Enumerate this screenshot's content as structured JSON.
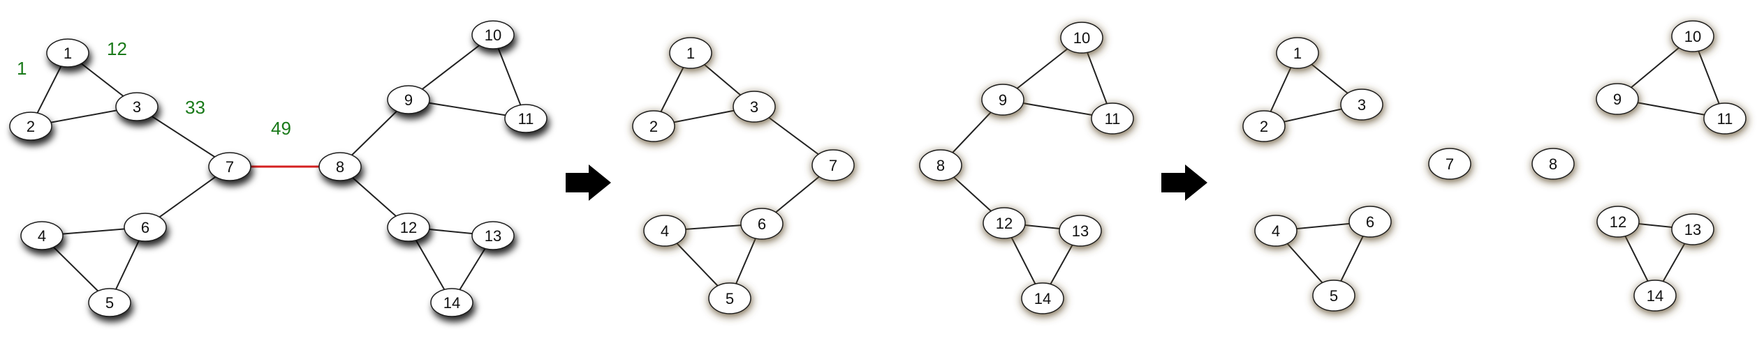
{
  "colors": {
    "edge": "#222222",
    "bridge_edge": "#d42020",
    "node_fill": "#ffffff",
    "node_stroke": "#1a1a1a",
    "node_shadow_panel1": "#2a2a2a",
    "node_shadow_panel2": "#6b5a3a",
    "weight_text": "#1a7a1a",
    "arrow": "#000000"
  },
  "panels": [
    {
      "id": "original",
      "nodes": [
        "1",
        "2",
        "3",
        "4",
        "5",
        "6",
        "7",
        "8",
        "9",
        "10",
        "11",
        "12",
        "13",
        "14"
      ],
      "edges": [
        [
          "1",
          "2"
        ],
        [
          "1",
          "3"
        ],
        [
          "2",
          "3"
        ],
        [
          "3",
          "7"
        ],
        [
          "7",
          "6"
        ],
        [
          "4",
          "6"
        ],
        [
          "4",
          "5"
        ],
        [
          "5",
          "6"
        ],
        [
          "8",
          "9"
        ],
        [
          "9",
          "10"
        ],
        [
          "9",
          "11"
        ],
        [
          "10",
          "11"
        ],
        [
          "8",
          "12"
        ],
        [
          "12",
          "13"
        ],
        [
          "12",
          "14"
        ],
        [
          "13",
          "14"
        ]
      ],
      "bridge_edges": [
        [
          "7",
          "8"
        ]
      ],
      "edge_weight_labels": [
        "1",
        "12",
        "33",
        "49"
      ]
    },
    {
      "id": "bridge-removed",
      "nodes": [
        "1",
        "2",
        "3",
        "4",
        "5",
        "6",
        "7",
        "8",
        "9",
        "10",
        "11",
        "12",
        "13",
        "14"
      ],
      "edges": [
        [
          "1",
          "2"
        ],
        [
          "1",
          "3"
        ],
        [
          "2",
          "3"
        ],
        [
          "3",
          "7"
        ],
        [
          "7",
          "6"
        ],
        [
          "4",
          "6"
        ],
        [
          "4",
          "5"
        ],
        [
          "5",
          "6"
        ],
        [
          "8",
          "9"
        ],
        [
          "9",
          "10"
        ],
        [
          "9",
          "11"
        ],
        [
          "10",
          "11"
        ],
        [
          "8",
          "12"
        ],
        [
          "12",
          "13"
        ],
        [
          "12",
          "14"
        ],
        [
          "13",
          "14"
        ]
      ],
      "bridge_edges": []
    },
    {
      "id": "communities",
      "nodes": [
        "1",
        "2",
        "3",
        "4",
        "5",
        "6",
        "7",
        "8",
        "9",
        "10",
        "11",
        "12",
        "13",
        "14"
      ],
      "edges": [
        [
          "1",
          "2"
        ],
        [
          "1",
          "3"
        ],
        [
          "2",
          "3"
        ],
        [
          "4",
          "6"
        ],
        [
          "4",
          "5"
        ],
        [
          "5",
          "6"
        ],
        [
          "9",
          "10"
        ],
        [
          "9",
          "11"
        ],
        [
          "10",
          "11"
        ],
        [
          "12",
          "13"
        ],
        [
          "12",
          "14"
        ],
        [
          "13",
          "14"
        ]
      ],
      "bridge_edges": []
    }
  ],
  "arrows": [
    "right-arrow",
    "right-arrow"
  ]
}
